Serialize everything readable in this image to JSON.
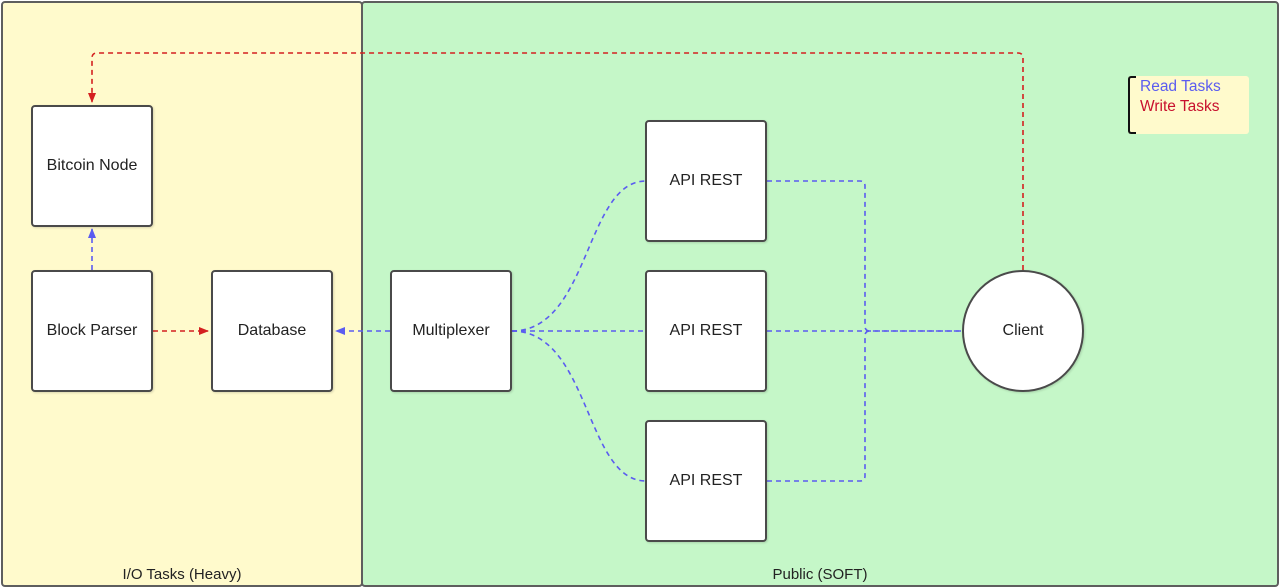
{
  "zones": {
    "io": {
      "label": "I/O Tasks (Heavy)"
    },
    "public": {
      "label": "Public (SOFT)"
    }
  },
  "nodes": {
    "bitcoin_node": "Bitcoin Node",
    "block_parser": "Block Parser",
    "database": "Database",
    "multiplexer": "Multiplexer",
    "api_rest_top": "API REST",
    "api_rest_mid": "API REST",
    "api_rest_bottom": "API REST",
    "client": "Client"
  },
  "legend": {
    "read": "Read Tasks",
    "write": "Write Tasks"
  },
  "colors": {
    "read": "#5b5cf0",
    "write": "#d42020",
    "io_zone": "#fffacc",
    "public_zone": "#c5f7c8"
  }
}
